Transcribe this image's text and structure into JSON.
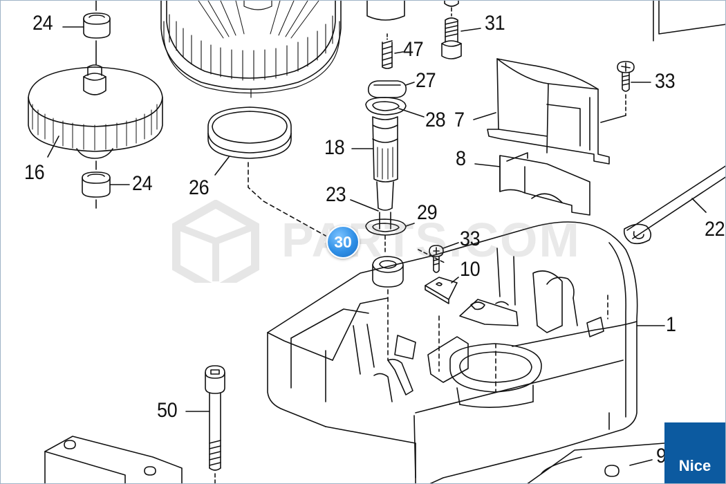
{
  "diagram": {
    "labels": {
      "p24_top": "24",
      "p31": "31",
      "p47": "47",
      "p27": "27",
      "p33_top": "33",
      "p28": "28",
      "p7": "7",
      "p16": "16",
      "p18": "18",
      "p8": "8",
      "p24_bottom": "24",
      "p26": "26",
      "p23": "23",
      "p29": "29",
      "p22": "22",
      "p33_mid": "33",
      "p10": "10",
      "p1": "1",
      "p50": "50",
      "p9": "9"
    },
    "hotspot": "30"
  },
  "watermark": {
    "text": "PARTS.COM"
  },
  "brand": {
    "text": "Nice",
    "color": "#0c5aa0"
  },
  "colors": {
    "line": "#111111",
    "hotspot": "#2f8fe6"
  }
}
